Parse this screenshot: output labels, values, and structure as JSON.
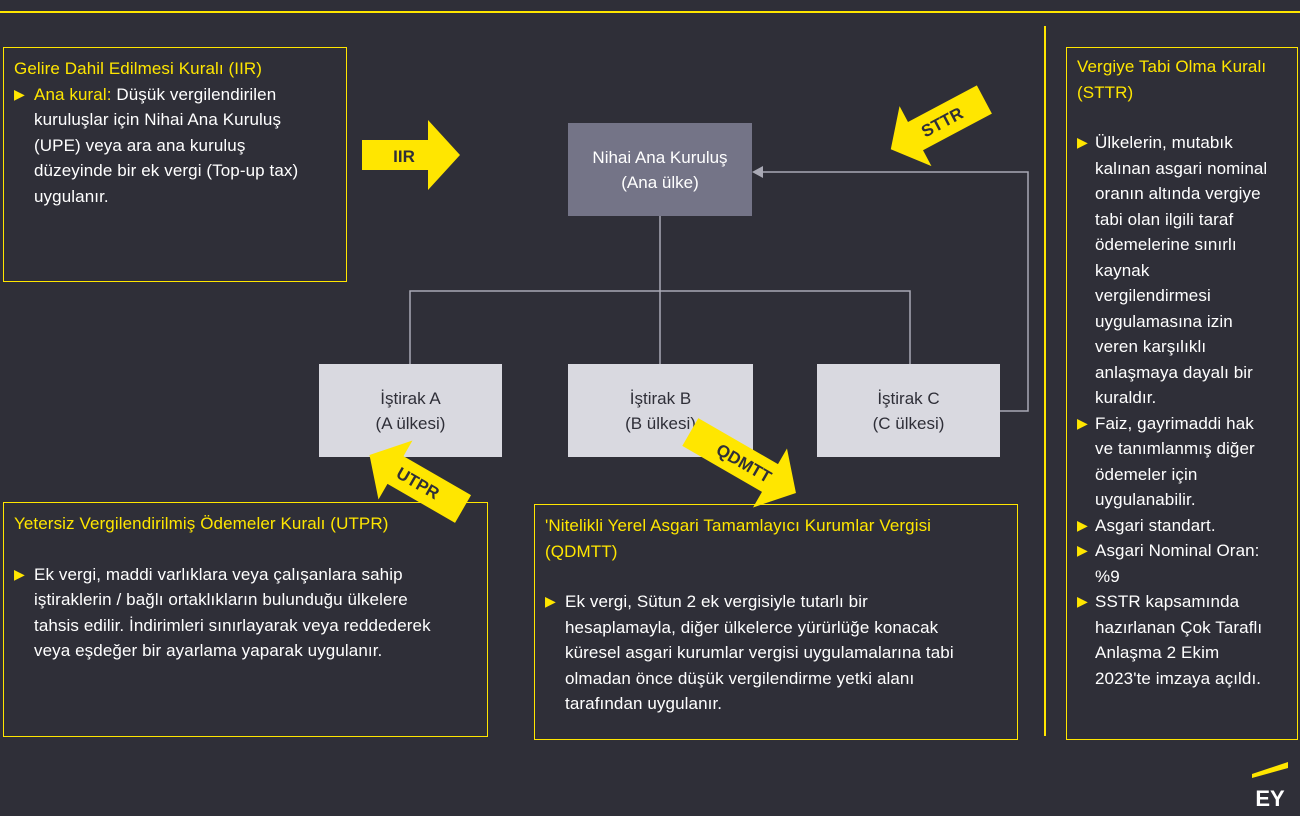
{
  "diagram": {
    "parent": {
      "line1": "Nihai Ana Kuruluş",
      "line2": "(Ana ülke)"
    },
    "children": [
      {
        "line1": "İştirak A",
        "line2": "(A ülkesi)"
      },
      {
        "line1": "İştirak B",
        "line2": "(B ülkesi)"
      },
      {
        "line1": "İştirak C",
        "line2": "(C ülkesi)"
      }
    ],
    "arrows": {
      "iir": "IIR",
      "sttr": "STTR",
      "utpr": "UTPR",
      "qdmtt": "QDMTT"
    }
  },
  "iir_box": {
    "title": "Gelire Dahil Edilmesi Kuralı (IIR)",
    "bullet_label": "Ana kural:",
    "lines": [
      " Düşük vergilendirilen",
      "kuruluşlar için Nihai Ana Kuruluş",
      "(UPE) veya ara ana kuruluş",
      "düzeyinde bir ek vergi (Top-up tax)",
      "uygulanır."
    ]
  },
  "utpr_box": {
    "title": "Yetersiz Vergilendirilmiş Ödemeler Kuralı (UTPR)",
    "lines": [
      "Ek vergi, maddi varlıklara veya çalışanlara sahip",
      "iştiraklerin / bağlı ortaklıkların bulunduğu ülkelere",
      "tahsis edilir. İndirimleri sınırlayarak veya reddederek",
      "veya eşdeğer bir ayarlama yaparak uygulanır."
    ]
  },
  "qdmtt_box": {
    "title_line1": "'Nitelikli Yerel Asgari Tamamlayıcı Kurumlar Vergisi",
    "title_line2": "(QDMTT)",
    "lines": [
      "Ek vergi, Sütun 2 ek vergisiyle tutarlı bir",
      "hesaplamayla, diğer ülkelerce yürürlüğe konacak",
      "küresel asgari kurumlar vergisi uygulamalarına tabi",
      "olmadan önce düşük vergilendirme yetki alanı",
      "tarafından uygulanır."
    ]
  },
  "sttr_box": {
    "title_line1": "Vergiye Tabi Olma Kuralı",
    "title_line2": "(STTR)",
    "bullets": [
      [
        "Ülkelerin, mutabık",
        "kalınan asgari nominal",
        "oranın altında vergiye",
        "tabi olan ilgili taraf",
        "ödemelerine sınırlı",
        "kaynak",
        "vergilendirmesi",
        "uygulamasına izin",
        "veren karşılıklı",
        "anlaşmaya dayalı bir",
        "kuraldır."
      ],
      [
        "Faiz, gayrimaddi hak",
        "ve tanımlanmış diğer",
        "ödemeler için",
        "uygulanabilir."
      ],
      [
        "Asgari standart."
      ],
      [
        "Asgari Nominal Oran:",
        "%9"
      ],
      [
        "SSTR kapsamında",
        "hazırlanan Çok Taraflı",
        "Anlaşma 2 Ekim",
        "2023'te imzaya açıldı."
      ]
    ]
  },
  "logo": {
    "text": "EY"
  },
  "colors": {
    "background": "#2f2f38",
    "accent": "#ffe600",
    "parent_box": "#747487",
    "child_box": "#d9d9e0",
    "connector": "#a9a9b5"
  }
}
